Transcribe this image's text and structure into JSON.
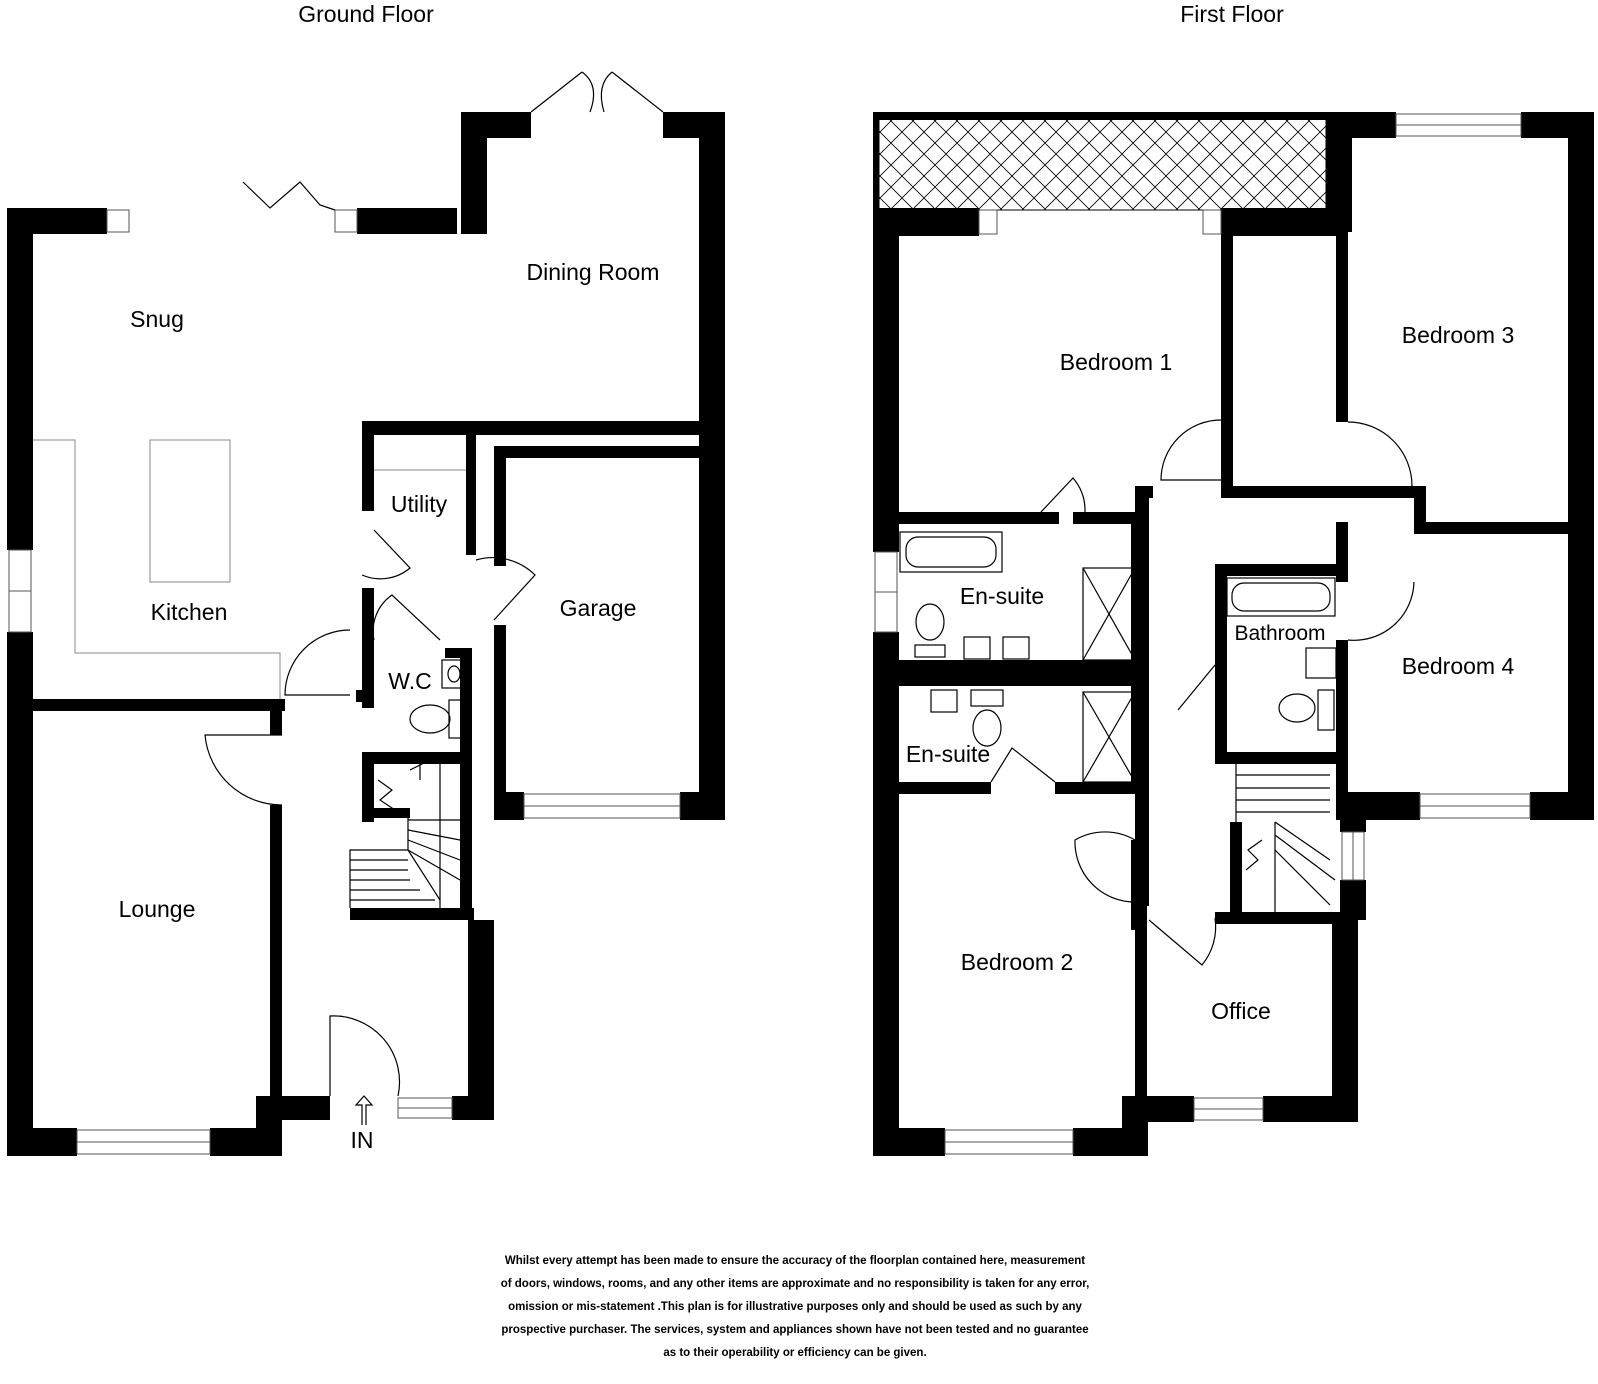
{
  "floors": {
    "ground": {
      "title": "Ground Floor",
      "rooms": {
        "snug": "Snug",
        "dining": "Dining Room",
        "kitchen": "Kitchen",
        "utility": "Utility",
        "garage": "Garage",
        "wc": "W.C",
        "lounge": "Lounge"
      },
      "entrance": "IN"
    },
    "first": {
      "title": "First Floor",
      "rooms": {
        "bedroom1": "Bedroom 1",
        "bedroom2": "Bedroom 2",
        "bedroom3": "Bedroom 3",
        "bedroom4": "Bedroom 4",
        "ensuite_upper": "En-suite",
        "ensuite_lower": "En-suite",
        "bathroom": "Bathroom",
        "office": "Office"
      }
    }
  },
  "disclaimer": {
    "lines": [
      "Whilst every attempt has been made to ensure the accuracy of the floorplan contained here, measurement",
      "of doors, windows, rooms, and any other items are approximate and no responsibility is taken for any error,",
      "omission or mis-statement .This plan is for illustrative purposes only and should be used as such by any",
      "prospective purchaser. The services, system and appliances shown have not been tested and no guarantee",
      "as to their operability or efficiency can be given."
    ]
  }
}
